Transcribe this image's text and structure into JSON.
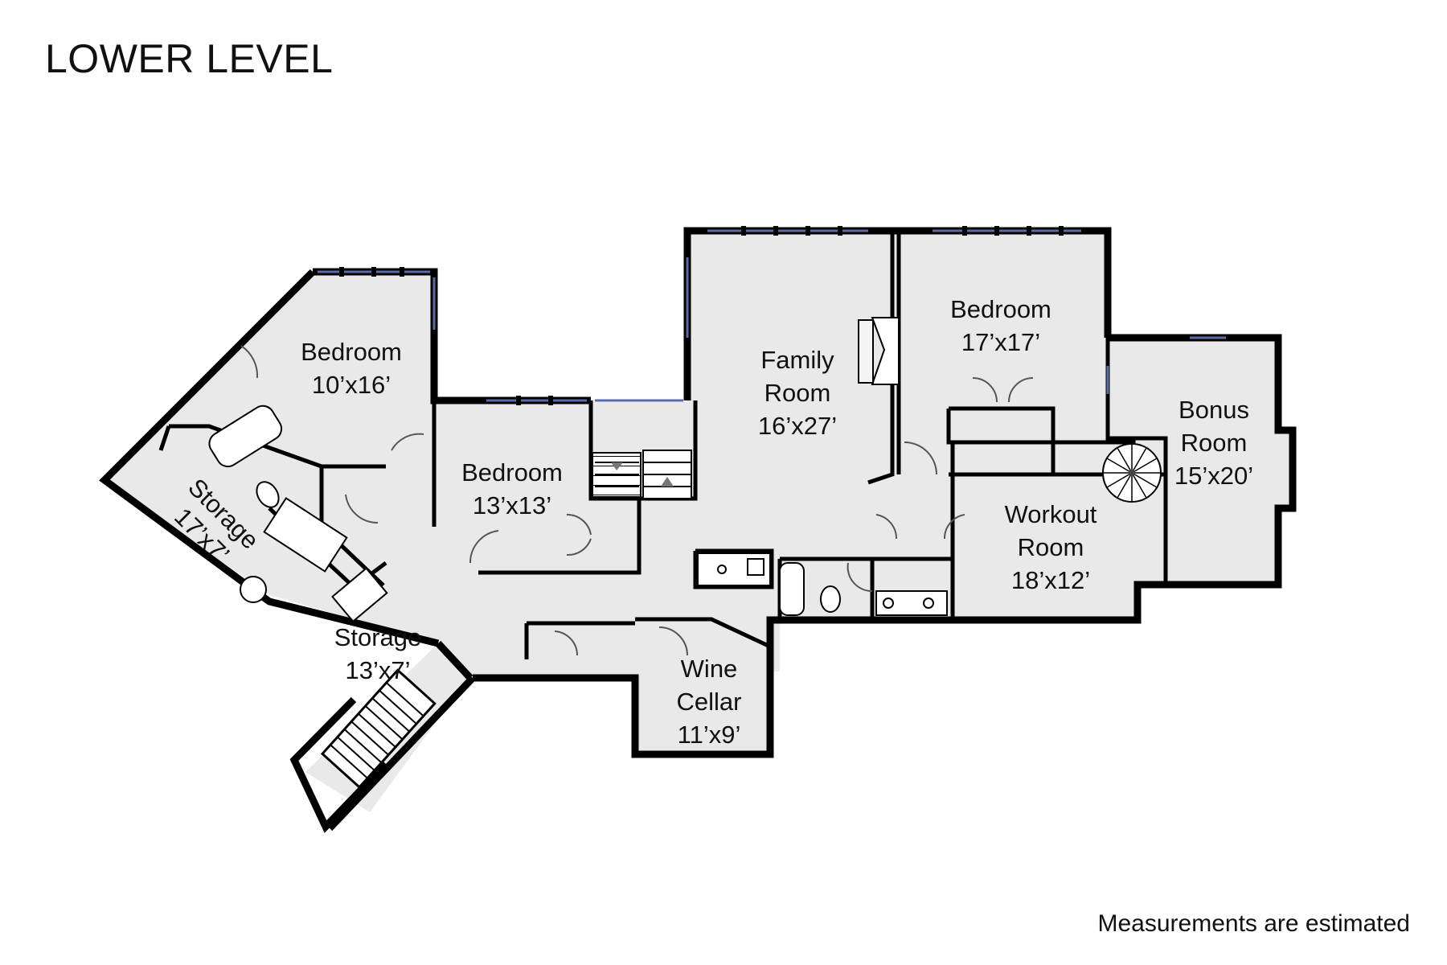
{
  "title": "LOWER LEVEL",
  "footnote": "Measurements are estimated",
  "colors": {
    "floor": "#e9e9e9",
    "wall": "#000000",
    "window": "#5b6ba8",
    "background": "#ffffff"
  },
  "rooms": [
    {
      "name": "Bedroom",
      "size": "10’x16’"
    },
    {
      "name": "Bedroom",
      "size": "13’x13’"
    },
    {
      "name": "Family Room",
      "name_lines": [
        "Family",
        "Room"
      ],
      "size": "16’x27’"
    },
    {
      "name": "Bedroom",
      "size": "17’x17’"
    },
    {
      "name": "Bonus Room",
      "name_lines": [
        "Bonus",
        "Room"
      ],
      "size": "15’x20’"
    },
    {
      "name": "Workout Room",
      "name_lines": [
        "Workout",
        "Room"
      ],
      "size": "18’x12’"
    },
    {
      "name": "Storage",
      "size": "17’x7’"
    },
    {
      "name": "Storage",
      "size": "13’x7’"
    },
    {
      "name": "Wine Cellar",
      "name_lines": [
        "Wine",
        "Cellar"
      ],
      "size": "11’x9’"
    }
  ],
  "icons": [
    "stairs-icon",
    "spiral-stair-icon",
    "bathtub-icon",
    "toilet-icon",
    "sink-icon",
    "fireplace-icon",
    "water-heater-icon",
    "furnace-icon",
    "door-swing-icon",
    "window-icon"
  ]
}
